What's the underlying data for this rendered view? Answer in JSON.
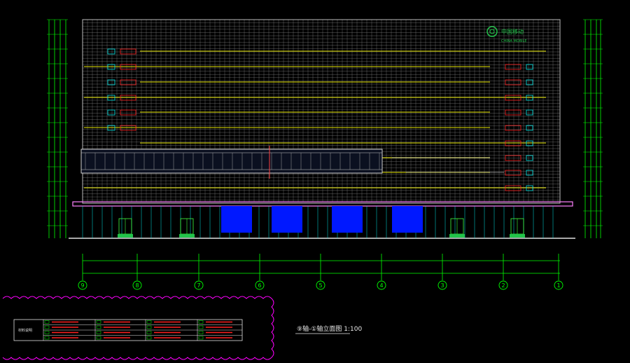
{
  "drawing": {
    "brand_cn": "中国移动",
    "brand_en": "CHINA MOBILE",
    "caption": "⑨轴-①轴立面图  1:100",
    "axis_labels": [
      "9",
      "8",
      "7",
      "6",
      "5",
      "4",
      "3",
      "2",
      "1"
    ]
  },
  "legend_table": {
    "header": "材料说明"
  },
  "colors": {
    "background": "#000000",
    "grid_line": "#8a8a8a",
    "floor_line": "#e8e800",
    "dimension": "#00ff00",
    "red_element": "#ff2020",
    "cyan_element": "#00e5e5",
    "blue_panel": "#0018ff",
    "revision_cloud": "#ff00ff",
    "canopy": "#ff80ff",
    "brand_green": "#22c34a"
  }
}
